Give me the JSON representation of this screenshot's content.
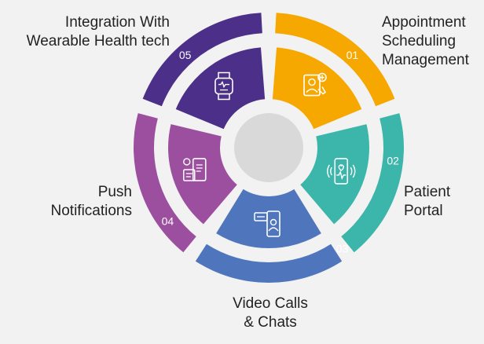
{
  "segments": [
    {
      "number": "01",
      "label_lines": [
        "Appointment",
        "Scheduling",
        "Management"
      ],
      "color_outer": "#f6a800",
      "color_inner": "#f6a800",
      "icon": "doctor-tablet-icon"
    },
    {
      "number": "02",
      "label_lines": [
        "Patient",
        "Portal"
      ],
      "color_outer": "#3cb5aa",
      "color_inner": "#3cb5aa",
      "icon": "heart-monitor-phone-icon"
    },
    {
      "number": "03",
      "label_lines": [
        "Video Calls",
        "& Chats"
      ],
      "color_outer": "#4f76bd",
      "color_inner": "#4f76bd",
      "icon": "video-chat-phone-icon"
    },
    {
      "number": "04",
      "label_lines": [
        "Push",
        "Notifications"
      ],
      "color_outer": "#9c4f9f",
      "color_inner": "#9c4f9f",
      "icon": "notification-devices-icon"
    },
    {
      "number": "05",
      "label_lines": [
        "Integration With",
        "Wearable Health tech"
      ],
      "color_outer": "#4b2f88",
      "color_inner": "#4b2f88",
      "icon": "smartwatch-icon"
    }
  ],
  "center_color": "#d9d9d9",
  "ring_gap_color": "#f2f2f2"
}
